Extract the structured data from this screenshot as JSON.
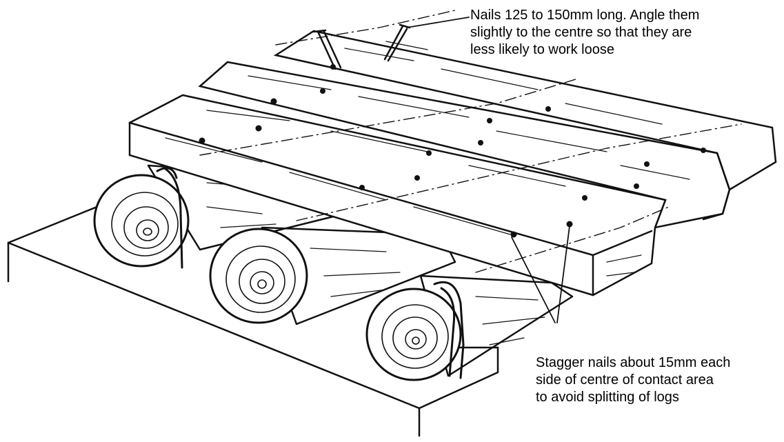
{
  "annotations": {
    "nails_top": [
      "Nails 125 to 150mm long. Angle them",
      "slightly to the centre so that they are",
      "less likely to work loose"
    ],
    "nails_bottom": [
      "Stagger nails about 15mm each",
      "side of centre of contact area",
      "to avoid splitting of logs"
    ]
  }
}
